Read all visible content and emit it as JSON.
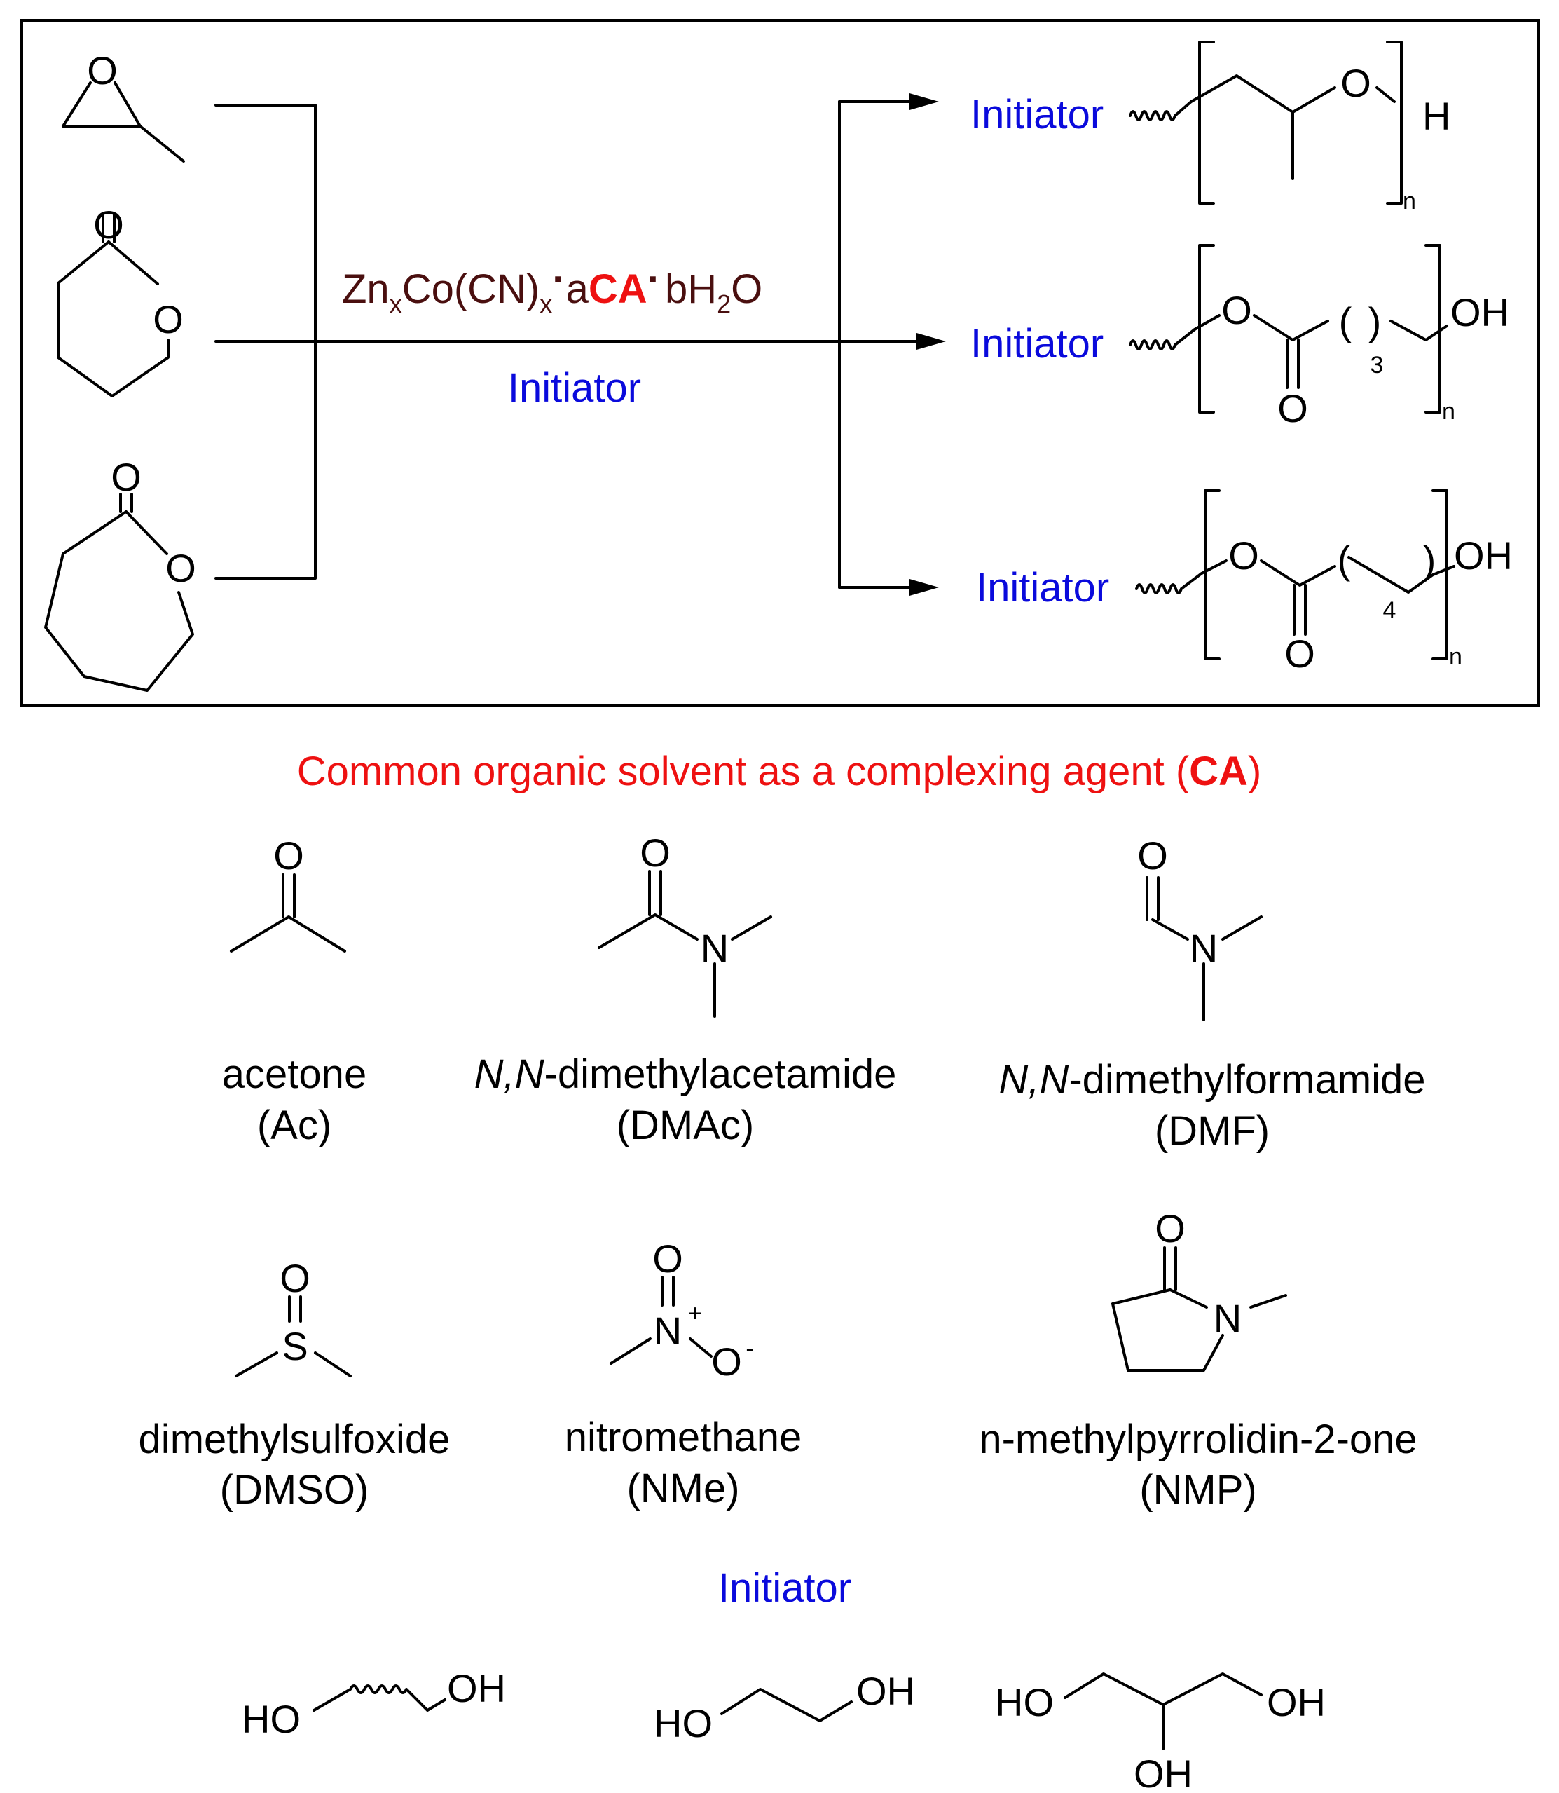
{
  "atoms": {
    "O": "O",
    "N": "N",
    "S": "S",
    "H": "H",
    "OH": "OH",
    "HO": "HO",
    "n": "n",
    "plus": "+",
    "minus": "-",
    "paren_open": "(",
    "paren_close": ")"
  },
  "reaction": {
    "catalyst": {
      "part1": "Zn",
      "sub_x1": "x",
      "part2": "Co(CN)",
      "sub_x2": "x",
      "dot": "·",
      "a": "a",
      "ca": "CA",
      "bh": "bH",
      "sub_2": "2",
      "o": "O"
    },
    "reagent": "Initiator",
    "products": [
      {
        "initiator": "Initiator",
        "end_group": "H",
        "repeat": "n"
      },
      {
        "initiator": "Initiator",
        "end_group": "OH",
        "repeat": "n",
        "methylene_count": "3"
      },
      {
        "initiator": "Initiator",
        "end_group": "OH",
        "repeat": "n",
        "methylene_count": "4"
      }
    ]
  },
  "complexing_agents": {
    "heading_prefix": "Common organic solvent as a complexing agent (",
    "heading_bold": "CA",
    "heading_suffix": ")",
    "items": [
      {
        "name_italic": "",
        "name": "acetone",
        "abbr": "(Ac)"
      },
      {
        "name_italic": "N,N",
        "name": "-dimethylacetamide",
        "abbr": "(DMAc)"
      },
      {
        "name_italic": "N,N",
        "name": "-dimethylformamide",
        "abbr": "(DMF)"
      },
      {
        "name_italic": "",
        "name": "dimethylsulfoxide",
        "abbr": "(DMSO)"
      },
      {
        "name_italic": "",
        "name": "nitromethane",
        "abbr": "(NMe)"
      },
      {
        "name_italic": "",
        "name": "n-methylpyrrolidin-2-one",
        "abbr": "(NMP)"
      }
    ]
  },
  "initiators": {
    "heading": "Initiator"
  },
  "colors": {
    "initiator_blue": "#0a0adc",
    "ca_red": "#ee1111",
    "catalyst_brown": "#4a0f0f"
  }
}
